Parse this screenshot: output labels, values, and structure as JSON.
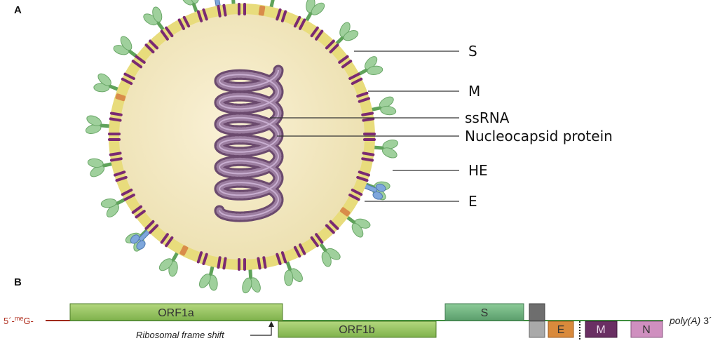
{
  "panels": {
    "a": "A",
    "b": "B"
  },
  "virion": {
    "labels": {
      "s": "S",
      "m": "M",
      "ssrna": "ssRNA",
      "nucleocapsid": "Nucleocapsid protein",
      "he": "HE",
      "e": "E"
    }
  },
  "genome": {
    "cap_prefix": "5´-",
    "cap_superscript": "me",
    "cap_suffix": "G-",
    "polya_italic": "poly(A)",
    "polya_end": " 3´",
    "frame_shift": "Ribosomal frame shift",
    "genes": {
      "orf1a": "ORF1a",
      "orf1b": "ORF1b",
      "s": "S",
      "e": "E",
      "m": "M",
      "n": "N"
    }
  },
  "colors": {
    "membrane": "#e9de8a",
    "interior": "#f6ecc8",
    "spike": "#9fd09c",
    "m_protein": "#7a2a72",
    "e_protein": "#d98c4a",
    "he_protein": "#7ea7dc",
    "rna": "#8b6a8c",
    "orf_green": "#8fc15a",
    "s_gene": "#6cb07e",
    "e_gene": "#d98a3c",
    "m_gene": "#6a2f63",
    "n_gene": "#cf8fbf",
    "grey_gene": "#8c8c8c"
  }
}
